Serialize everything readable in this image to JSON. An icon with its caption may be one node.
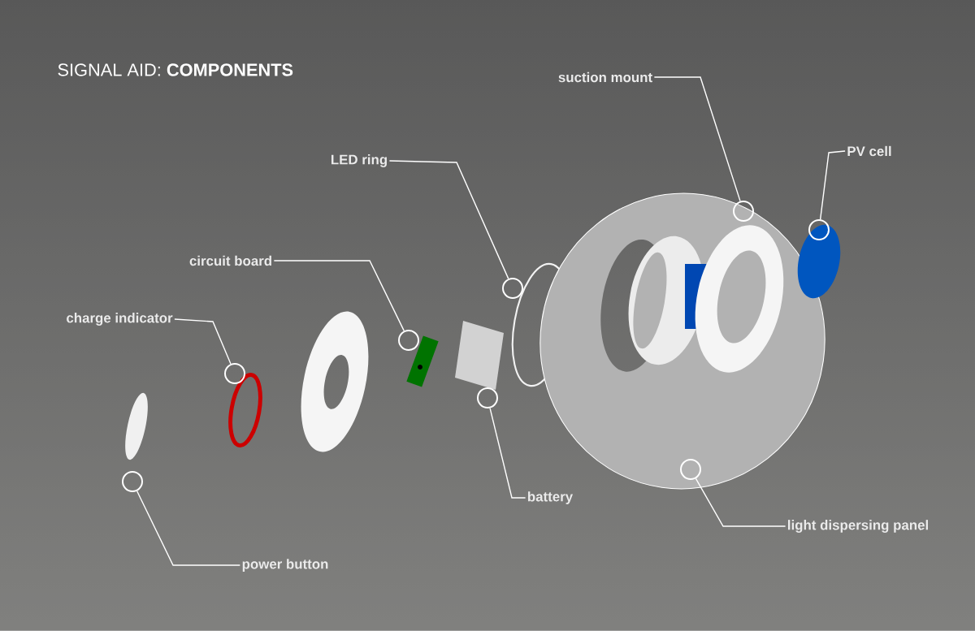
{
  "diagram": {
    "title": "SIGNAL AID: **COMPONENTS**",
    "nodes": [
      {
        "text": [
          "suction mount"
        ]
      },
      {
        "text": [],
        "shape": "circle"
      },
      {
        "text": [
          "PV cell"
        ]
      },
      {
        "text": [],
        "shape": "circle"
      },
      {
        "text": [
          "LED ring"
        ]
      },
      {
        "text": [],
        "shape": "circle"
      },
      {
        "text": [
          "circuit board"
        ]
      },
      {
        "text": [],
        "shape": "circle"
      },
      {
        "text": [
          "charge indicator"
        ]
      },
      {
        "text": [],
        "shape": "circle"
      },
      {
        "text": [
          "battery"
        ]
      },
      {
        "text": [],
        "shape": "circle"
      },
      {
        "text": [
          "light dispersing panel"
        ]
      },
      {
        "text": [],
        "shape": "circle"
      },
      {
        "text": [
          "power button"
        ]
      },
      {
        "text": [],
        "shape": "circle"
      }
    ],
    "edges": [
      {
        "from": 0,
        "to": 1,
        "arrow": "none"
      },
      {
        "from": 2,
        "to": 3,
        "arrow": "none"
      },
      {
        "from": 4,
        "to": 5,
        "arrow": "none"
      },
      {
        "from": 6,
        "to": 7,
        "arrow": "none"
      },
      {
        "from": 8,
        "to": 9,
        "arrow": "none"
      },
      {
        "from": 10,
        "to": 11,
        "arrow": "none"
      },
      {
        "from": 12,
        "to": 13,
        "arrow": "none"
      },
      {
        "from": 14,
        "to": 15,
        "arrow": "none"
      }
    ]
  }
}
